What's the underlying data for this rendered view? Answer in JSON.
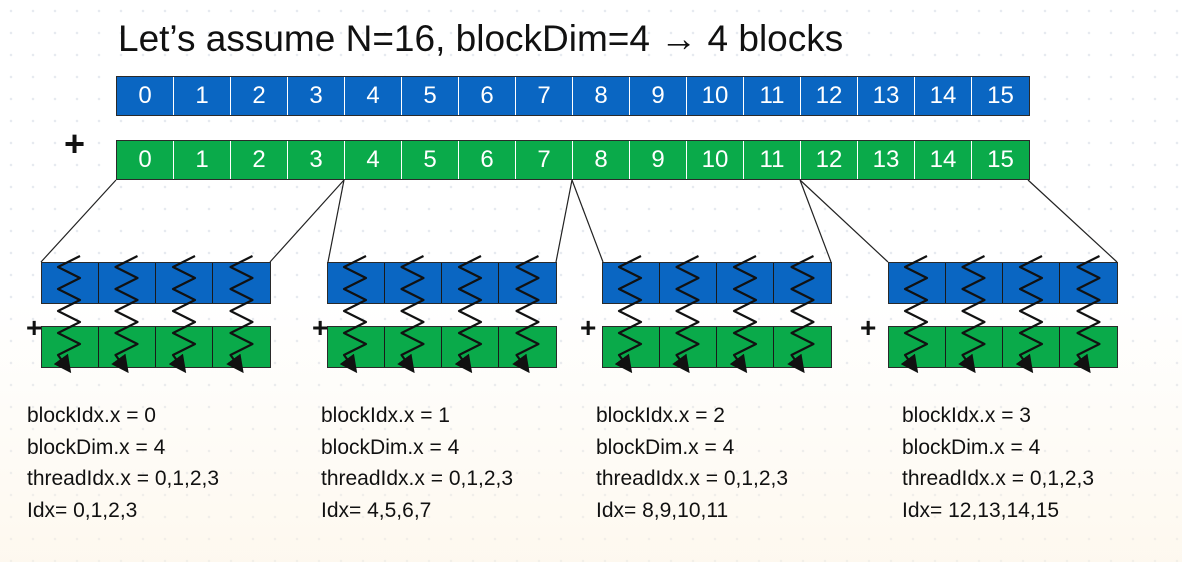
{
  "title": "Let’s assume N=16, blockDim=4 → 4 blocks",
  "colors": {
    "blue": "#0a66c2",
    "green": "#0aaa4a",
    "outline": "#222222"
  },
  "plus_sign": "+",
  "top_array": [
    "0",
    "1",
    "2",
    "3",
    "4",
    "5",
    "6",
    "7",
    "8",
    "9",
    "10",
    "11",
    "12",
    "13",
    "14",
    "15"
  ],
  "bottom_array": [
    "0",
    "1",
    "2",
    "3",
    "4",
    "5",
    "6",
    "7",
    "8",
    "9",
    "10",
    "11",
    "12",
    "13",
    "14",
    "15"
  ],
  "blocks": [
    {
      "block_idx": "blockIdx.x = 0",
      "block_dim": "blockDim.x = 4",
      "thread_idx": "threadIdx.x = 0,1,2,3",
      "idx": "Idx= 0,1,2,3"
    },
    {
      "block_idx": "blockIdx.x = 1",
      "block_dim": "blockDim.x = 4",
      "thread_idx": "threadIdx.x = 0,1,2,3",
      "idx": "Idx= 4,5,6,7"
    },
    {
      "block_idx": "blockIdx.x = 2",
      "block_dim": "blockDim.x = 4",
      "thread_idx": "threadIdx.x = 0,1,2,3",
      "idx": "Idx= 8,9,10,11"
    },
    {
      "block_idx": "blockIdx.x = 3",
      "block_dim": "blockDim.x = 4",
      "thread_idx": "threadIdx.x = 0,1,2,3",
      "idx": "Idx= 12,13,14,15"
    }
  ]
}
